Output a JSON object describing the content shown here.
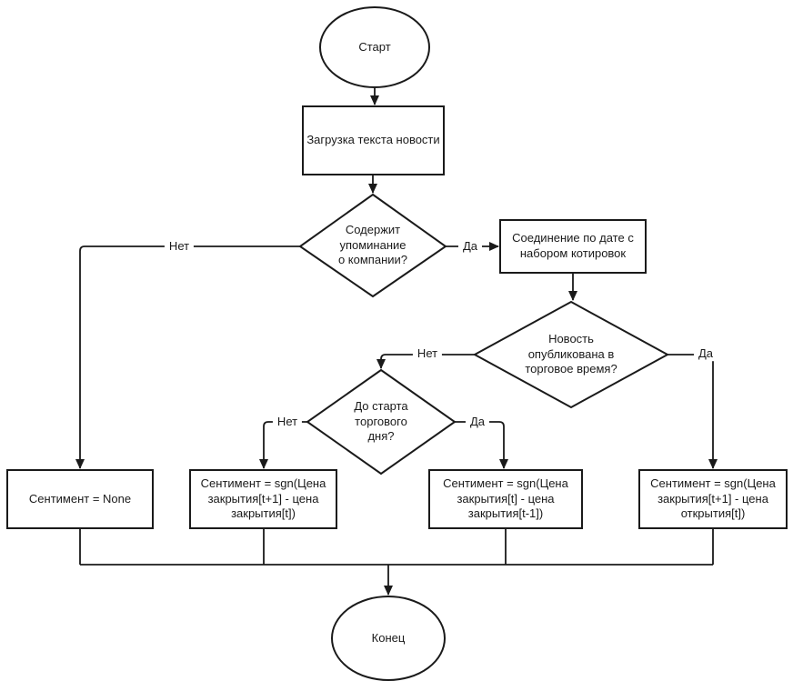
{
  "colors": {
    "background": "#ffffff",
    "stroke": "#1a1a1a",
    "text": "#1a1a1a"
  },
  "nodes": {
    "start": {
      "shape": "ellipse",
      "label": "Старт"
    },
    "load_news": {
      "shape": "rect",
      "label": "Загрузка текста новости"
    },
    "mentions_company": {
      "shape": "diamond",
      "label": "Содержит\nупоминание\nо компании?"
    },
    "join_quotes": {
      "shape": "rect",
      "label": "Соединение по дате с\nнабором котировок"
    },
    "published_trading_time": {
      "shape": "diamond",
      "label": "Новость\nопубликована в\nторговое время?"
    },
    "before_trading_day": {
      "shape": "diamond",
      "label": "До старта\nторгового\nдня?"
    },
    "sentiment_none": {
      "shape": "rect",
      "label": "Сентимент = None"
    },
    "sentiment_next_close_minus_close": {
      "shape": "rect",
      "label": "Сентимент = sgn(Цена\nзакрытия[t+1] - цена\nзакрытия[t])"
    },
    "sentiment_close_minus_prev_close": {
      "shape": "rect",
      "label": "Сентимент = sgn(Цена\nзакрытия[t] - цена\nзакрытия[t-1])"
    },
    "sentiment_next_close_minus_open": {
      "shape": "rect",
      "label": "Сентимент = sgn(Цена\nзакрытия[t+1] - цена\nоткрытия[t])"
    },
    "end": {
      "shape": "ellipse",
      "label": "Конец"
    }
  },
  "edge_labels": {
    "mentions_no": "Нет",
    "mentions_yes": "Да",
    "published_no": "Нет",
    "published_yes": "Да",
    "before_no": "Нет",
    "before_yes": "Да"
  }
}
